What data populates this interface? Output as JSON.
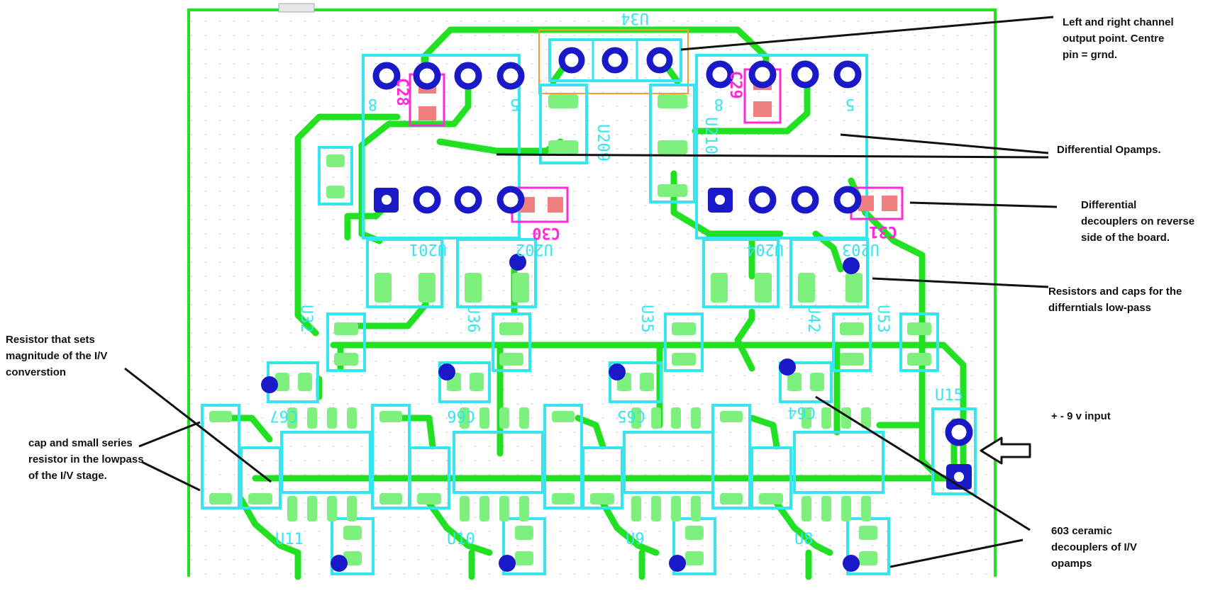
{
  "pcb": {
    "colors": {
      "background": "#ffffff",
      "board_outline": "#22e022",
      "copper_trace": "#22e022",
      "smd_pad": "#7ef07e",
      "component_outline": "#33e6f0",
      "through_hole_pad": "#1919c8",
      "reverse_side": "#ff2bd6",
      "reverse_pad": "#f08080",
      "connector_body": "#ff9a33",
      "annotation_line": "#111111"
    },
    "labels": {
      "u34": "U34",
      "u209": "U209",
      "u210": "U210",
      "c28": "C28",
      "c29": "C29",
      "c30": "C30",
      "c31": "C31",
      "u202": "U202",
      "u201": "U201",
      "u203": "U203",
      "u204": "U204",
      "u32": "U32",
      "u36": "U36",
      "u35": "U35",
      "u42": "U42",
      "u53": "U53",
      "c67": "C67",
      "c66": "C66",
      "c65": "C65",
      "c64": "C64",
      "u15": "U15",
      "u11": "U11",
      "u10": "U10",
      "u9": "U9",
      "u8": "U8",
      "pin8_left": "8",
      "pin5_left": "5",
      "pin8_right": "8",
      "pin5_right": "5"
    }
  },
  "annotations": {
    "output": "Left and right channel\noutput point. Centre\npin = grnd.",
    "opamps": "Differential Opamps.",
    "decouplers": "Differential\ndecouplers on reverse\nside of the board.",
    "lowpass": "Resistors and caps for the\ndifferntials low-pass",
    "iv_resistor": "Resistor that sets\nmagnitude of the I/V\nconverstion",
    "iv_cap": "cap and small series\nresistor in the lowpass\nof the I/V stage.",
    "power": "+ - 9 v input",
    "ceramic": "603 ceramic\ndecouplers of I/V\nopamps"
  }
}
